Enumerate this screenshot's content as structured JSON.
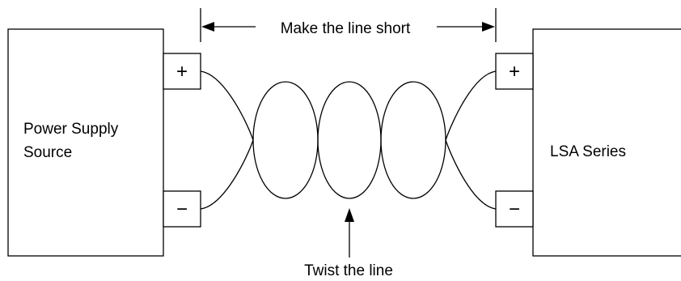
{
  "diagram": {
    "source_label_line1": "Power Supply",
    "source_label_line2": "Source",
    "load_label": "LSA Series",
    "top_note": "Make the line short",
    "bottom_note": "Twist the line",
    "terminals": {
      "plus": "+",
      "minus": "−"
    }
  },
  "colors": {
    "stroke": "#000000",
    "background": "#ffffff"
  }
}
